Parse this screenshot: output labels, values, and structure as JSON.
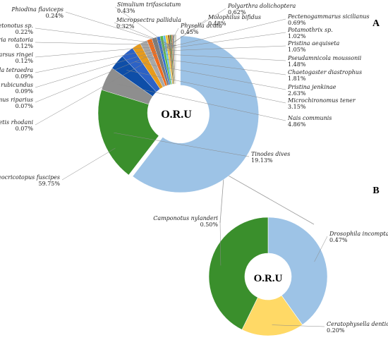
{
  "panels": {
    "a": "A",
    "b": "B"
  },
  "chart_data": [
    {
      "type": "pie",
      "panel": "A",
      "center_label": "O.R.U",
      "slices": [
        {
          "name": "Rheocricotopus fuscipes",
          "value": "59.75%",
          "pct": 59.75,
          "color": "#9dc3e6"
        },
        {
          "name": "Tinodes dives",
          "value": "19.13%",
          "pct": 19.13,
          "color": "#3a8f2c"
        },
        {
          "name": "Nais communis",
          "value": "4.86%",
          "pct": 4.86,
          "color": "#8e8e8e"
        },
        {
          "name": "Microchironomus tener",
          "value": "3.15%",
          "pct": 3.15,
          "color": "#0e4ea8"
        },
        {
          "name": "Pristina jenkinae",
          "value": "2.63%",
          "pct": 2.63,
          "color": "#2c62c6"
        },
        {
          "name": "Chaetogaster diastrophus",
          "value": "1.81%",
          "pct": 1.81,
          "color": "#e89b1a"
        },
        {
          "name": "Pseudamnicola moussonii",
          "value": "1.48%",
          "pct": 1.48,
          "color": "#a8a8a8"
        },
        {
          "name": "Pristina aequiseta",
          "value": "1.05%",
          "pct": 1.05,
          "color": "#f26b1a"
        },
        {
          "name": "Potamothrix  sp.",
          "value": "1.02%",
          "pct": 1.02,
          "color": "#7a7a7a"
        },
        {
          "name": "Pectenogammarus sicilianus",
          "value": "0.69%",
          "pct": 0.69,
          "color": "#2e6fd0"
        },
        {
          "name": "Polyarthra dolichoptera",
          "value": "0.62%",
          "pct": 0.62,
          "color": "#59b84a"
        },
        {
          "name": "Molophilus bifidus",
          "value": "0.48%",
          "pct": 0.48,
          "color": "#5fb7e6"
        },
        {
          "name": "Physella acuta",
          "value": "0.45%",
          "pct": 0.45,
          "color": "#f2c230"
        },
        {
          "name": "Simulium trifasciatum",
          "value": "0.43%",
          "pct": 0.43,
          "color": "#9a6a2e"
        },
        {
          "name": "Micropsectra pallidula",
          "value": "0.32%",
          "pct": 0.32,
          "color": "#4a7a3a"
        },
        {
          "name": "Phiodina flaviceps",
          "value": "0.24%",
          "pct": 0.24,
          "color": "#c07030"
        },
        {
          "name": "Chaetonotus  sp.",
          "value": "0.22%",
          "pct": 0.22,
          "color": "#5a5a5a"
        },
        {
          "name": "Rotaria rotatoria",
          "value": "0.12%",
          "pct": 0.12,
          "color": "#3b5fa8"
        },
        {
          "name": "Rheotanytarsus ringei",
          "value": "0.12%",
          "pct": 0.12,
          "color": "#6b8f3a"
        },
        {
          "name": "Essenella tetraedra",
          "value": "0.09%",
          "pct": 0.09,
          "color": "#b8860b"
        },
        {
          "name": "Orthocladius rubicundus",
          "value": "0.09%",
          "pct": 0.09,
          "color": "#4d4d4d"
        },
        {
          "name": "Chironomus riparius",
          "value": "0.07%",
          "pct": 0.07,
          "color": "#2a4d7a"
        },
        {
          "name": "Baetis rhodani",
          "value": "0.07%",
          "pct": 0.07,
          "color": "#8a5a2a"
        }
      ]
    },
    {
      "type": "pie",
      "panel": "B",
      "center_label": "O.R.U",
      "slices": [
        {
          "name": "Drosophila incompta",
          "value": "0.47%",
          "pct": 0.47,
          "color": "#9dc3e6"
        },
        {
          "name": "Ceratophysella denticulata",
          "value": "0.20%",
          "pct": 0.2,
          "color": "#ffd966"
        },
        {
          "name": "Camponotus nylanderi",
          "value": "0.50%",
          "pct": 0.5,
          "color": "#3a8f2c"
        }
      ]
    }
  ]
}
